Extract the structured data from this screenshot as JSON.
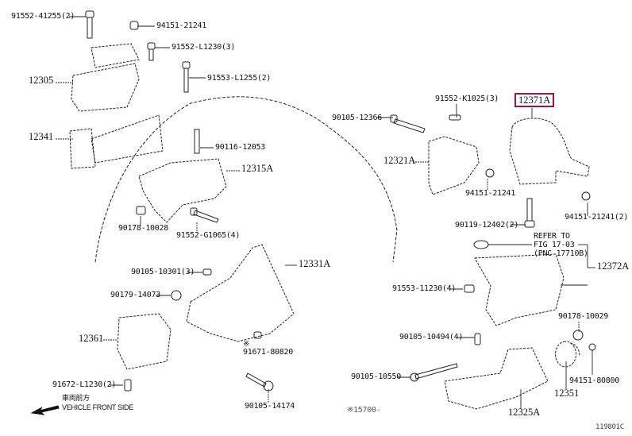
{
  "labels": {
    "p91552_41255": "91552-41255(2)",
    "p94151_21241_a": "94151-21241",
    "p91552_L1230": "91552-L1230(3)",
    "p91553_L1255": "91553-L1255(2)",
    "p12305": "12305",
    "p12341": "12341",
    "p90116_12053": "90116-12053",
    "p12315A": "12315A",
    "p90178_10028": "90178-10028",
    "p91552_G1065": "91552-G1065(4)",
    "p91552_K1025": "91552-K1025(3)",
    "p12371A": "12371A",
    "p90105_12366": "90105-12366",
    "p12321A": "12321A",
    "p94151_21241_b": "94151-21241",
    "p94151_21241_c": "94151-21241(2)",
    "p90119_12402": "90119-12402(2)",
    "refer_line1": "REFER TO",
    "refer_line2": "FIG 17-03",
    "refer_line3": "(PNC 17710B)",
    "p12372A": "12372A",
    "p91553_11230": "91553-11230(4)",
    "p90178_10029": "90178-10029",
    "p90105_10494": "90105-10494(4)",
    "p90105_10550": "90105-10550",
    "p94151_80800": "94151-80800",
    "p12351": "12351",
    "p12325A": "12325A",
    "note_15700": "※15700-",
    "p90105_10301": "90105-10301(3)",
    "p12331A": "12331A",
    "p90179_14073": "90179-14073",
    "p12361": "12361",
    "note_mark": "※",
    "p91671_80820": "91671-80820",
    "p91672_L1230": "91672-L1230(2)",
    "p90105_14174": "90105-14174",
    "front_jp": "車両前方",
    "front_en": "VEHICLE FRONT SIDE",
    "figure_code": "119801C"
  },
  "highlight_color": "#9a1a3c",
  "icons": {
    "front_arrow": "arrow-left-down-icon"
  }
}
